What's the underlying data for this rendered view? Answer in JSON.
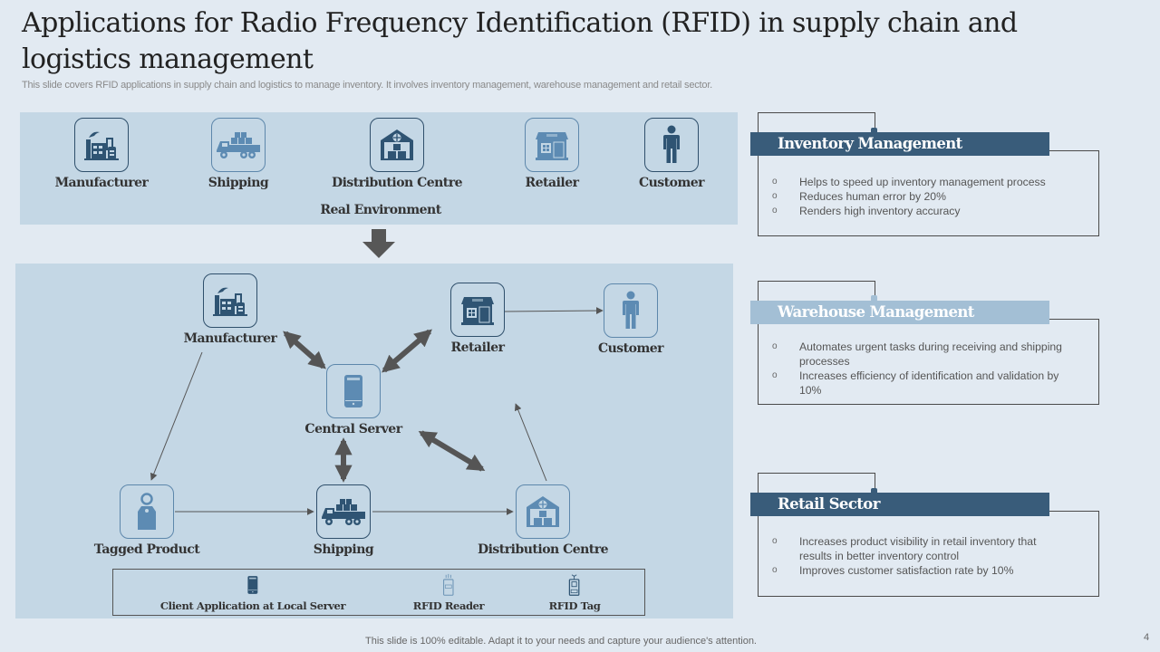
{
  "title": "Applications for Radio Frequency Identification (RFID) in supply chain and logistics management",
  "subtitle": "This slide covers RFID applications in supply chain and logistics to manage inventory. It involves inventory management, warehouse management and retail sector.",
  "real_environment": {
    "caption": "Real Environment",
    "nodes": [
      {
        "label": "Manufacturer",
        "icon": "factory-icon"
      },
      {
        "label": "Shipping",
        "icon": "truck-icon"
      },
      {
        "label": "Distribution Centre",
        "icon": "warehouse-icon"
      },
      {
        "label": "Retailer",
        "icon": "shop-icon"
      },
      {
        "label": "Customer",
        "icon": "person-icon"
      }
    ]
  },
  "diagram": {
    "nodes": {
      "manufacturer": {
        "label": "Manufacturer",
        "icon": "factory-icon"
      },
      "retailer": {
        "label": "Retailer",
        "icon": "shop-icon"
      },
      "customer": {
        "label": "Customer",
        "icon": "person-icon"
      },
      "central_server": {
        "label": "Central Server",
        "icon": "server-icon"
      },
      "tagged_product": {
        "label": "Tagged Product",
        "icon": "tag-icon"
      },
      "shipping": {
        "label": "Shipping",
        "icon": "truck-icon"
      },
      "distribution_centre": {
        "label": "Distribution Centre",
        "icon": "warehouse-icon"
      }
    },
    "legend": [
      {
        "label": "Client Application at Local Server",
        "icon": "server-icon"
      },
      {
        "label": "RFID Reader",
        "icon": "rfid-reader-icon"
      },
      {
        "label": "RFID Tag",
        "icon": "rfid-tag-icon"
      }
    ]
  },
  "cards": [
    {
      "title": "Inventory Management",
      "color": "#395c7a",
      "bullets": [
        "Helps to speed up inventory  management  process",
        "Reduces  human  error  by 20%",
        "Renders  high inventory  accuracy"
      ]
    },
    {
      "title": "Warehouse Management",
      "color": "#a3bfd5",
      "bullets": [
        "Automates urgent tasks during receiving  and shipping processes",
        "Increases efficiency of identification and validation by 10%"
      ]
    },
    {
      "title": "Retail Sector",
      "color": "#395c7a",
      "bullets": [
        "Increases  product visibility in retail inventory  that results in better inventory  control",
        "Improves  customer satisfaction rate by 10%"
      ]
    }
  ],
  "footer": "This slide is 100% editable. Adapt it to your needs and capture your audience's attention.",
  "page_number": "4"
}
